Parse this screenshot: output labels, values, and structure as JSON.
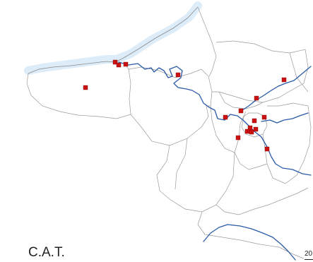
{
  "map": {
    "legend_title": "C.A.T.",
    "scale_label": "20",
    "colors": {
      "boundary": "#9a9a9a",
      "river": "#2a5aa8",
      "marker": "#cc1111",
      "sea_tint": "#d6e9f8"
    },
    "marker_count": 17
  }
}
